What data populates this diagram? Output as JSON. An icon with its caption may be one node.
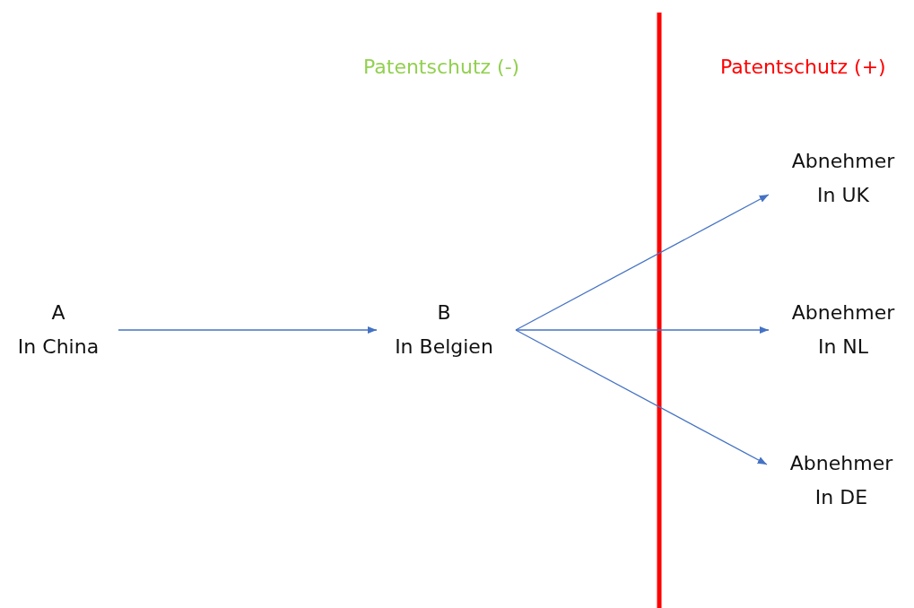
{
  "diagram": {
    "nodes": [
      {
        "text": [
          "A",
          "In China"
        ]
      },
      {
        "text": [
          "B",
          "In Belgien"
        ]
      },
      {
        "text": [
          "Abnehmer",
          "In UK"
        ]
      },
      {
        "text": [
          "Abnehmer",
          "In NL"
        ]
      },
      {
        "text": [
          "Abnehmer",
          "In DE"
        ]
      }
    ],
    "edges": [
      {
        "from": 0,
        "to": 1,
        "arrow": "to"
      },
      {
        "from": 1,
        "to": 2,
        "arrow": "to"
      },
      {
        "from": 1,
        "to": 3,
        "arrow": "to"
      },
      {
        "from": 1,
        "to": 4,
        "arrow": "to"
      }
    ],
    "labels": [
      "Patentschutz (-)",
      "Patentschutz (+)"
    ]
  }
}
